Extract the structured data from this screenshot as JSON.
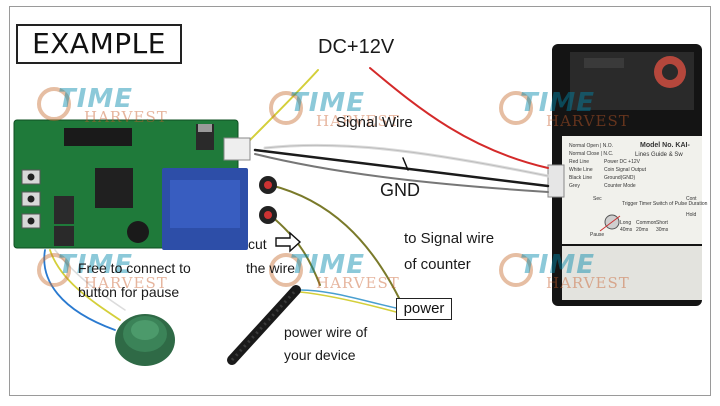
{
  "title": "EXAMPLE",
  "labels": {
    "dc": "DC+12V",
    "signal_wire": "Signal Wire",
    "gnd": "GND",
    "to_signal": "to Signal wire",
    "of_counter": "of counter",
    "free_connect": "Free to connect to",
    "button_pause": "button for pause",
    "cut": "cut",
    "the_wire": "the wire",
    "power": "power",
    "power_wire": "power wire of",
    "your_device": "your device"
  },
  "watermark": {
    "word1": "TIME",
    "word2": "HARVEST"
  },
  "counter_panel": {
    "model": "Model No. KAI-",
    "guide": "Lines Guide & Sw",
    "lines": [
      "Normal Open | N.O.",
      "Normal Close | N.C.",
      "Red Line",
      "White Line",
      "Black Line",
      "Grey"
    ],
    "notes": [
      "Power DC +12V",
      "Coin Signal Output",
      "Ground(GND)",
      "Counter Mode"
    ],
    "trigger": "Trigger Timer Switch of Pulse Duration",
    "dial": [
      "Long",
      "Common",
      "Short",
      "40ms",
      "20ms",
      "30ms"
    ],
    "side": [
      "Sec",
      "Cont",
      "Hold",
      "Pause"
    ]
  },
  "colors": {
    "wire_red": "#d42a2a",
    "wire_yellow": "#d4cf3a",
    "wire_white": "#e8e8e8",
    "wire_black": "#1b1b1b",
    "wire_olive": "#7a7a2a",
    "board_green": "#1f7a3a",
    "relay_blue": "#2d4ea8",
    "button_green": "#2f6a46"
  }
}
